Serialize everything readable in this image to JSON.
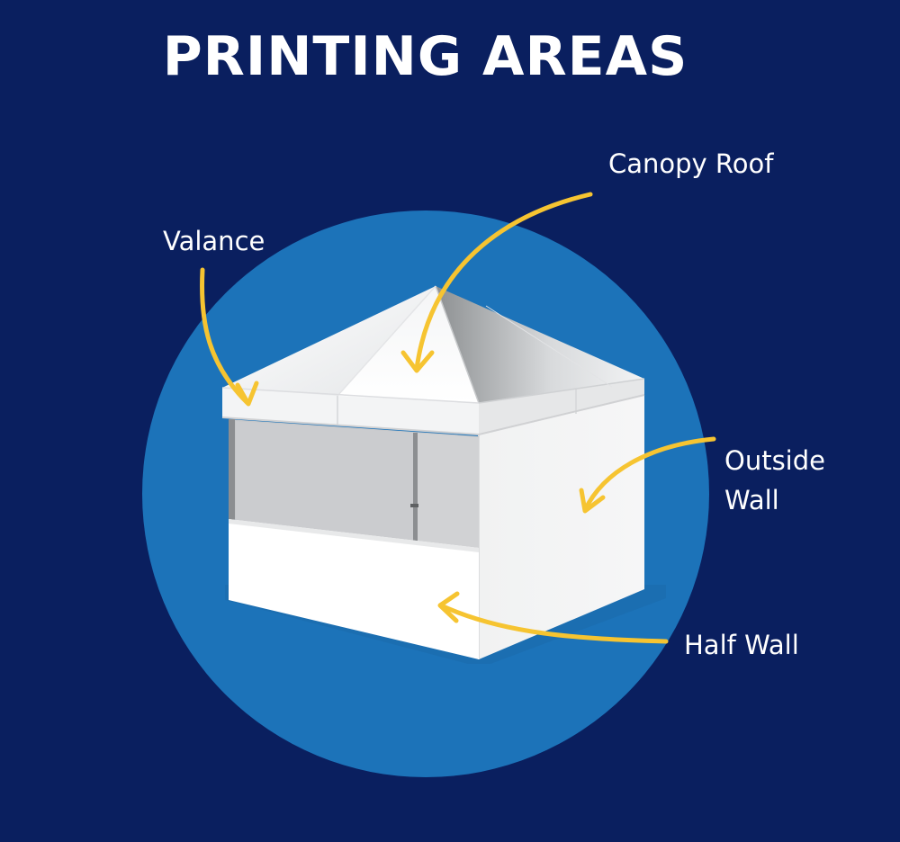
{
  "title": "PRINTING AREAS",
  "labels": {
    "canopy_roof": "Canopy Roof",
    "valance": "Valance",
    "outside_wall_line1": "Outside",
    "outside_wall_line2": "Wall",
    "half_wall": "Half Wall"
  },
  "colors": {
    "background": "#0a1f5f",
    "circle": "#1c73b9",
    "arrow": "#f6c431",
    "text": "#ffffff",
    "tent_white": "#ffffff",
    "tent_shade": "#d2d4d6",
    "tent_gray": "#c6c7c9"
  },
  "icons": {
    "tent": "pop-up-canopy-tent-illustration",
    "arrows": "curved-pointer-arrow"
  }
}
